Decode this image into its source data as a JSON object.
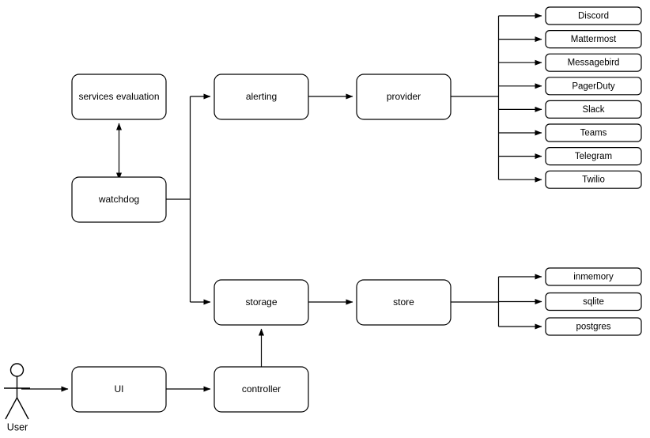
{
  "diagram": {
    "type": "flow-architecture",
    "background_color": "#ffffff",
    "stroke_color": "#000000",
    "text_color": "#000000",
    "actor": {
      "label": "User",
      "icon": "stick-figure"
    },
    "nodes": [
      {
        "id": "services-evaluation",
        "label": "services evaluation"
      },
      {
        "id": "watchdog",
        "label": "watchdog"
      },
      {
        "id": "alerting",
        "label": "alerting"
      },
      {
        "id": "provider",
        "label": "provider"
      },
      {
        "id": "storage",
        "label": "storage"
      },
      {
        "id": "store",
        "label": "store"
      },
      {
        "id": "ui",
        "label": "UI"
      },
      {
        "id": "controller",
        "label": "controller"
      }
    ],
    "provider_implementations": [
      {
        "id": "discord",
        "label": "Discord"
      },
      {
        "id": "mattermost",
        "label": "Mattermost"
      },
      {
        "id": "messagebird",
        "label": "Messagebird"
      },
      {
        "id": "pagerduty",
        "label": "PagerDuty"
      },
      {
        "id": "slack",
        "label": "Slack"
      },
      {
        "id": "teams",
        "label": "Teams"
      },
      {
        "id": "telegram",
        "label": "Telegram"
      },
      {
        "id": "twilio",
        "label": "Twilio"
      }
    ],
    "store_implementations": [
      {
        "id": "inmemory",
        "label": "inmemory"
      },
      {
        "id": "sqlite",
        "label": "sqlite"
      },
      {
        "id": "postgres",
        "label": "postgres"
      }
    ],
    "edges": [
      {
        "from": "user",
        "to": "ui",
        "arrow": "single"
      },
      {
        "from": "ui",
        "to": "controller",
        "arrow": "single"
      },
      {
        "from": "controller",
        "to": "storage",
        "arrow": "single"
      },
      {
        "from": "services-evaluation",
        "to": "watchdog",
        "arrow": "double"
      },
      {
        "from": "watchdog",
        "to": "alerting",
        "arrow": "single"
      },
      {
        "from": "watchdog",
        "to": "storage",
        "arrow": "single"
      },
      {
        "from": "alerting",
        "to": "provider",
        "arrow": "single"
      },
      {
        "from": "provider",
        "to": "provider-impl-fanout",
        "arrow": "single"
      },
      {
        "from": "storage",
        "to": "store",
        "arrow": "single"
      },
      {
        "from": "store",
        "to": "store-impl-fanout",
        "arrow": "single"
      }
    ]
  }
}
